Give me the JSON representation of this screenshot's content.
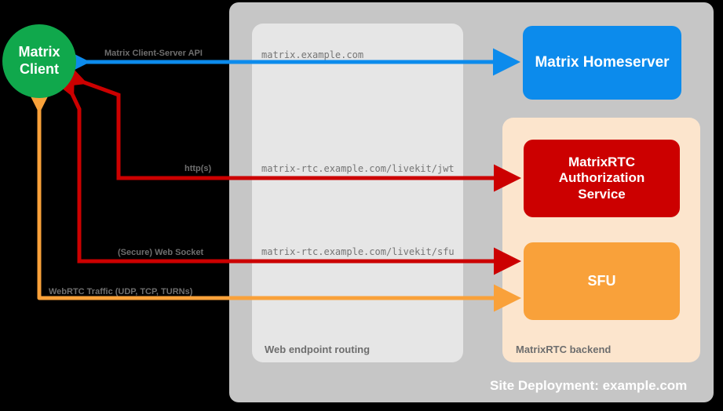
{
  "diagram": {
    "title": "Site Deployment: example.com",
    "nodes": {
      "client": "Matrix\nClient",
      "client_line1": "Matrix",
      "client_line2": "Client",
      "homeserver": "Matrix Homeserver",
      "auth_service_line1": "MatrixRTC",
      "auth_service_line2": "Authorization",
      "auth_service_line3": "Service",
      "sfu": "SFU"
    },
    "containers": {
      "site": "Site Deployment: example.com",
      "web_routing": "Web endpoint routing",
      "rtc_backend": "MatrixRTC backend"
    },
    "edges": [
      {
        "id": "client-server-api",
        "label": "Matrix Client-Server API",
        "endpoint": "matrix.example.com",
        "color": "#0c8bec",
        "direction": "bidirectional"
      },
      {
        "id": "https-jwt",
        "label": "http(s)",
        "endpoint": "matrix-rtc.example.com/livekit/jwt",
        "color": "#cc0000",
        "direction": "bidirectional"
      },
      {
        "id": "secure-websocket",
        "label": "(Secure) Web Socket",
        "endpoint": "matrix-rtc.example.com/livekit/sfu",
        "color": "#cc0000",
        "direction": "bidirectional"
      },
      {
        "id": "webrtc-traffic",
        "label": "WebRTC Traffic (UDP, TCP, TURNs)",
        "endpoint": "",
        "color": "#f9a13a",
        "direction": "bidirectional"
      }
    ],
    "colors": {
      "client_green": "#10a84c",
      "homeserver_blue": "#0c8bec",
      "auth_red": "#cc0000",
      "sfu_orange": "#f9a13a",
      "site_grey": "#c6c6c6",
      "routing_grey": "#e6e6e6",
      "backend_peach": "#fce5cd"
    }
  }
}
